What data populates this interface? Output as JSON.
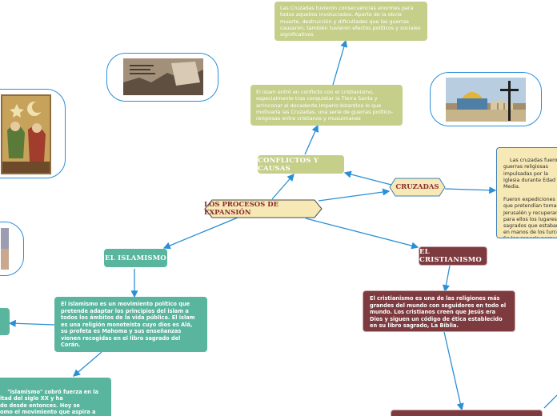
{
  "central": {
    "label": "LOS PROCESOS DE EXPANSIÓN"
  },
  "cruzadas": {
    "label": "CRUZADAS",
    "text": "Las cruzadas fueron guerras religiosas impulsadas por la Iglesia durante Edad Media.\n\nFueron expediciones que pretendían tomar Jerusalén y recuperar para ellos los lugares sagrados que estaban en manos de los turcos. Se las conocía porque llevaban los guerreros una cruz en el pecho. Se realizaron en total ocho cruzadas en las que algunas personas de Europa tomaron parte de la cruzada."
  },
  "conflictos": {
    "label": "CONFLICTOS Y CAUSAS",
    "text": "El islam entró en conflicto con el cristianismo, especialmente tras conquistar la Tierra Santa y arrinconar al decadente Imperio bizantino lo que motivaría las Cruzadas, una serie de guerras político-religiosas entre cristianos y musulmanes",
    "consequences": "Las Cruzadas tuvieron consecuencias enormes para todos aquellos involucrados. Aparte de la obvia muerte, destrucción y dificultades que las guerras causaron, también tuvieron efectos políticos y sociales significativos"
  },
  "islamismo": {
    "label": "EL ISLAMISMO",
    "text": "El islamismo es un movimiento político que pretende adaptar los principios del islam a todos los ámbitos de la vida pública. El islam es una religión monoteísta cuyo dios es Alá, su profeta es Mahoma y sus enseñanzas vienen recogidas en el libro sagrado del Corán.",
    "history": "\"islamismo\" cobró fuerza en la\nitad del siglo XX y ha\ndo desde entonces. Hoy se\nomo el movimiento que aspira a\nponer la sharía, la ley islámica,"
  },
  "cristianismo": {
    "label": "EL CRISTIANISMO",
    "text": "El cristianismo es una de las religiones más grandes del mundo con seguidores en todo el mundo. Los cristianos creen que Jesús era Dios y siguen un código de ética establecido en su libro sagrado, La Biblia."
  },
  "colors": {
    "olive": "#c5cf8a",
    "teal": "#5ab59e",
    "maroon": "#7d3a3f",
    "yellow": "#f7e9b5",
    "link": "#2b8fd6",
    "central": "#f7e9b5"
  }
}
